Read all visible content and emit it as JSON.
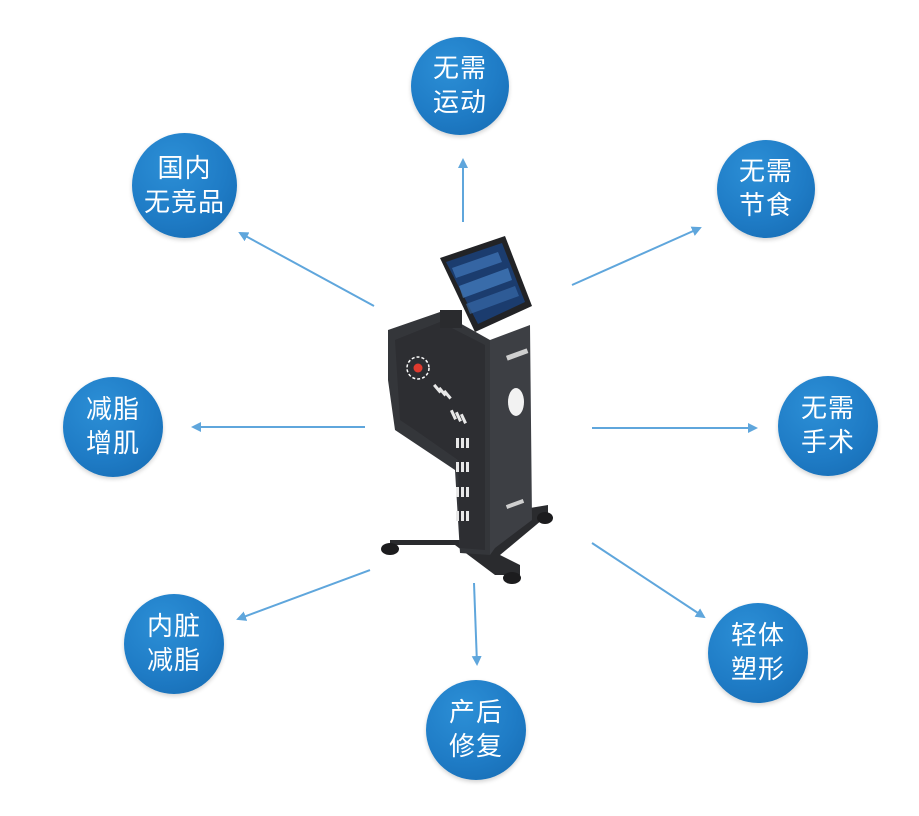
{
  "colors": {
    "bubble_fill": "#1f7cc6",
    "arrow": "#5fa6dc",
    "machine_body": "#2f3034",
    "accent_red": "#e03a2e",
    "screen": "#1b3c6e"
  },
  "center_image": {
    "icon": "body-contouring-machine-icon"
  },
  "features": [
    {
      "line1": "无需",
      "line2": "运动"
    },
    {
      "line1": "无需",
      "line2": "节食"
    },
    {
      "line1": "无需",
      "line2": "手术"
    },
    {
      "line1": "轻体",
      "line2": "塑形"
    },
    {
      "line1": "产后",
      "line2": "修复"
    },
    {
      "line1": "内脏",
      "line2": "减脂"
    },
    {
      "line1": "减脂",
      "line2": "增肌"
    },
    {
      "line1": "国内",
      "line2": "无竞品"
    }
  ]
}
